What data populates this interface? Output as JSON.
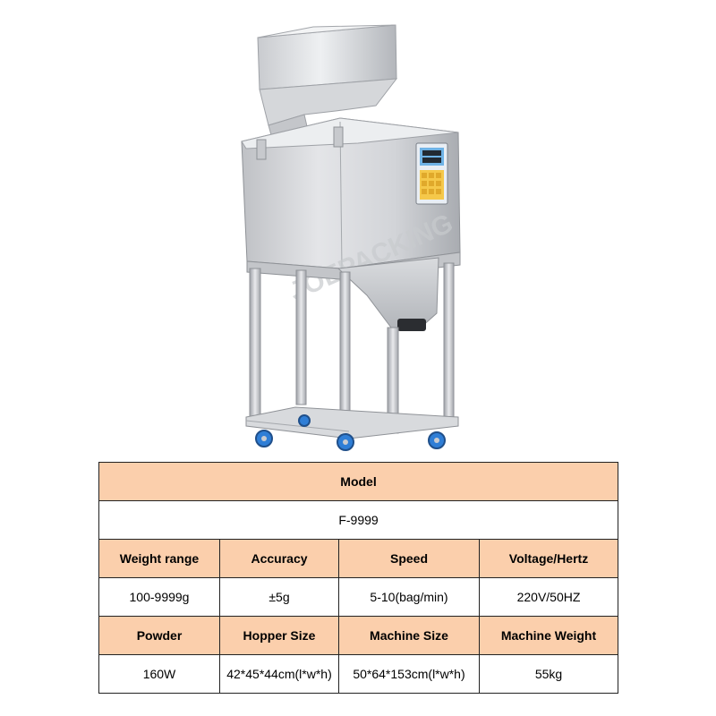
{
  "product_image": {
    "watermark": "JOEPACKING",
    "colors": {
      "steel_light": "#e6e7ea",
      "steel_mid": "#b9bbc0",
      "steel_dark": "#8d9096",
      "panel_blue": "#6fb3e6",
      "panel_yellow": "#f5c84a",
      "wheel_blue": "#2f7ed6"
    }
  },
  "table": {
    "model_header": "Model",
    "model_value": "F-9999",
    "row1_headers": [
      "Weight range",
      "Accuracy",
      "Speed",
      "Voltage/Hertz"
    ],
    "row1_values": [
      "100-9999g",
      "±5g",
      "5-10(bag/min)",
      "220V/50HZ"
    ],
    "row2_headers": [
      "Powder",
      "Hopper Size",
      "Machine Size",
      "Machine Weight"
    ],
    "row2_values": [
      "160W",
      "42*45*44cm(l*w*h)",
      "50*64*153cm(l*w*h)",
      "55kg"
    ],
    "header_bg": "#fbcfac"
  }
}
